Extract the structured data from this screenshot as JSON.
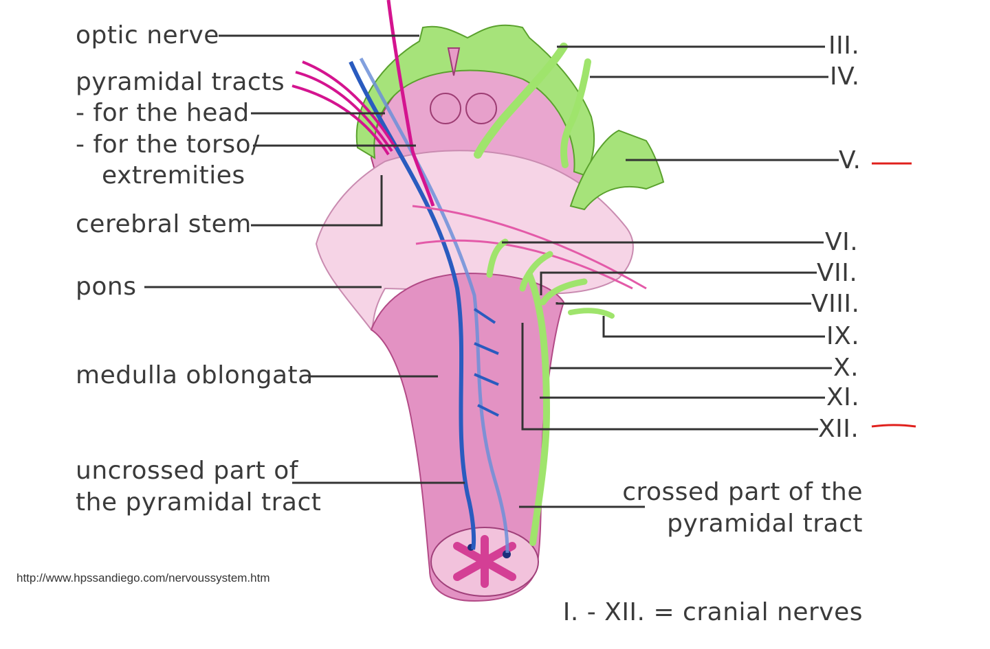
{
  "left_labels": {
    "optic_nerve": "optic nerve",
    "pyramidal_tracts": "pyramidal tracts",
    "for_the_head": "- for the head",
    "for_the_torso": "- for the torso/",
    "extremities": "extremities",
    "cerebral_stem": "cerebral stem",
    "pons": "pons",
    "medulla_oblongata": "medulla oblongata",
    "uncrossed_line1": "uncrossed part of",
    "uncrossed_line2": "the pyramidal tract"
  },
  "right_labels": {
    "nerve_III": "III.",
    "nerve_IV": "IV.",
    "nerve_V": "V.",
    "nerve_VI": "VI.",
    "nerve_VII": "VII.",
    "nerve_VIII": "VIII.",
    "nerve_IX": "IX.",
    "nerve_X": "X.",
    "nerve_XI": "XI.",
    "nerve_XII": "XII.",
    "crossed_line1": "crossed part of the",
    "crossed_line2": "pyramidal tract"
  },
  "footer": {
    "source_url": "http://www.hpssandiego.com/nervoussystem.htm",
    "legend": "I. - XII. = cranial nerves"
  },
  "colors": {
    "brainstem_pink": "#e79cc7",
    "pons_light_pink": "#f6d4e6",
    "nerve_green": "#9fe46c",
    "tract_blue": "#2a5bbf",
    "optic_magenta": "#d4148f",
    "annotation_red": "#e0201c",
    "leader_line": "#333333"
  }
}
